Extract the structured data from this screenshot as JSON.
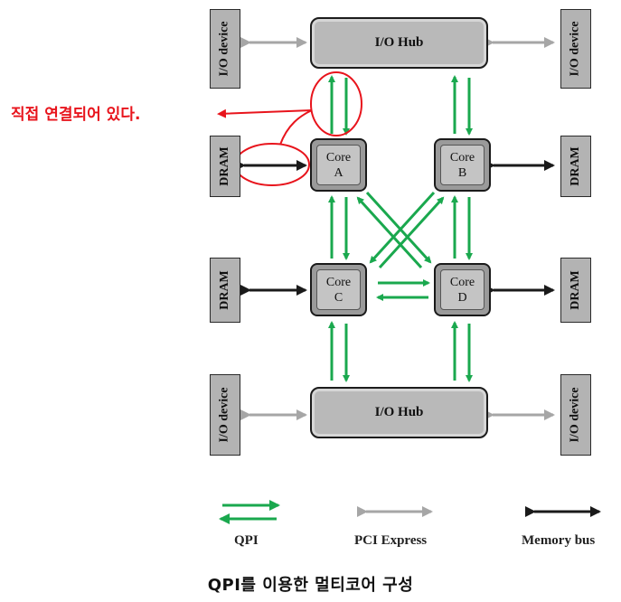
{
  "annotation": "직접 연결되어 있다.",
  "caption": "QPI를 이용한 멀티코어 구성",
  "hubs": {
    "top": "I/O Hub",
    "bottom": "I/O Hub"
  },
  "cores": {
    "a": {
      "line1": "Core",
      "line2": "A"
    },
    "b": {
      "line1": "Core",
      "line2": "B"
    },
    "c": {
      "line1": "Core",
      "line2": "C"
    },
    "d": {
      "line1": "Core",
      "line2": "D"
    }
  },
  "side_boxes": {
    "io_device_top_left": "I/O device",
    "io_device_top_right": "I/O device",
    "dram_upper_left": "DRAM",
    "dram_upper_right": "DRAM",
    "dram_lower_left": "DRAM",
    "dram_lower_right": "DRAM",
    "io_device_bottom_left": "I/O device",
    "io_device_bottom_right": "I/O device"
  },
  "legend": {
    "qpi": "QPI",
    "pci_express": "PCI Express",
    "memory_bus": "Memory bus"
  },
  "colors": {
    "qpi": "#1aa84e",
    "pci_express": "#a6a6a6",
    "memory_bus": "#1a1a1a",
    "annotation": "#e8141c"
  }
}
